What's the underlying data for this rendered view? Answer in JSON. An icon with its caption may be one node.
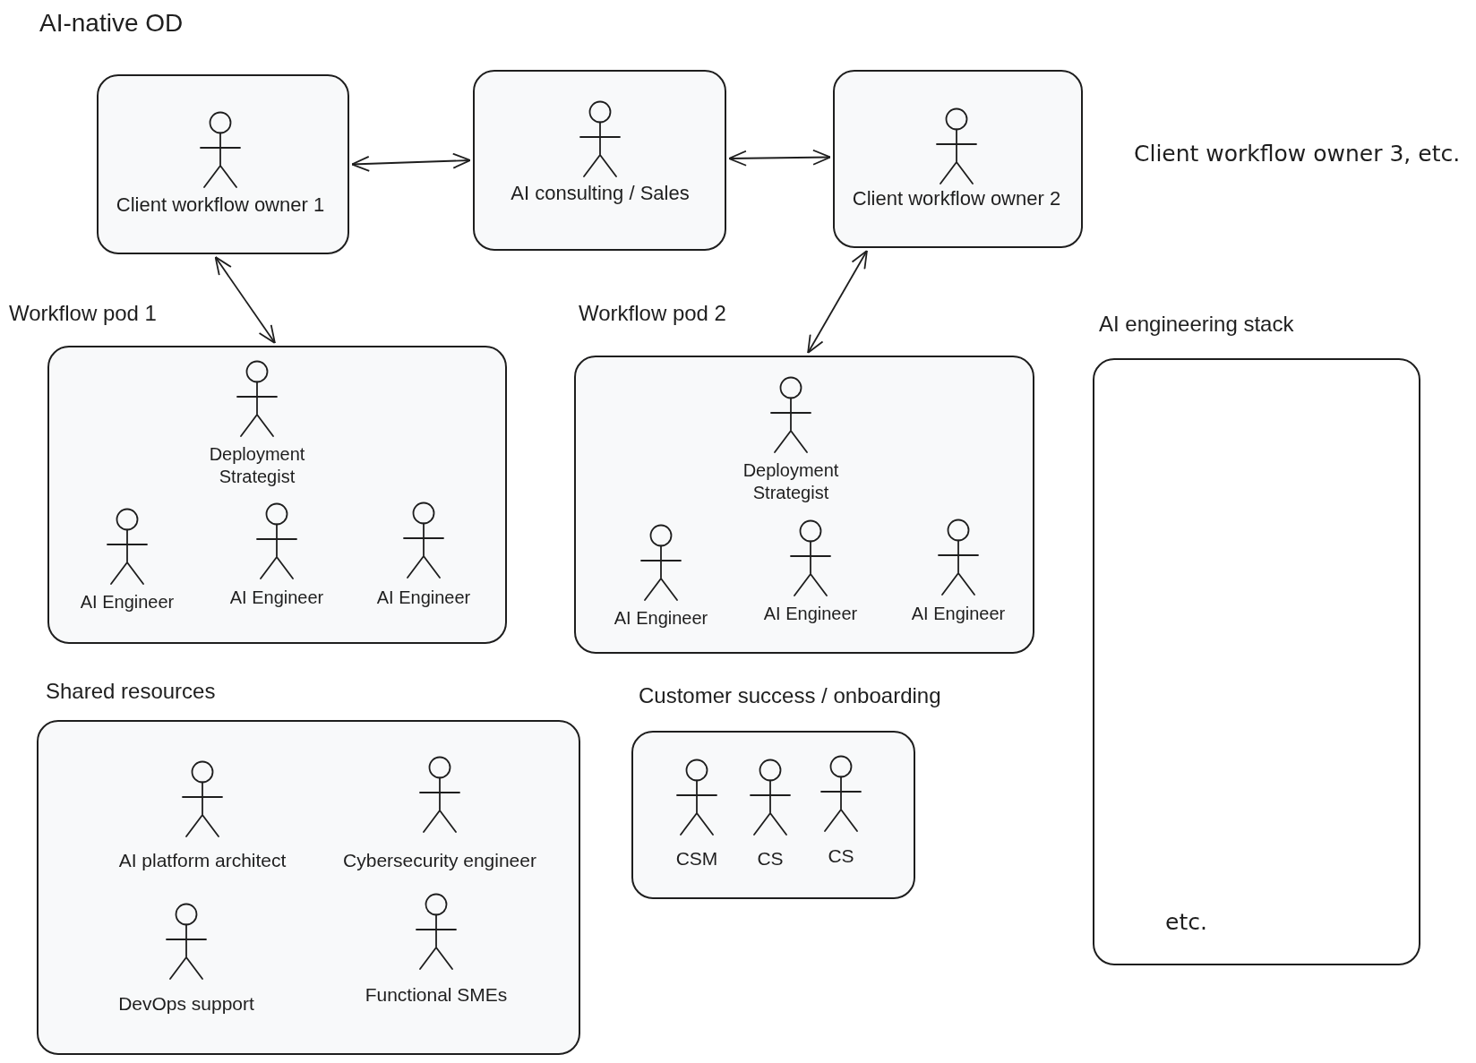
{
  "diagram": {
    "title": "AI-native OD",
    "nodes": [
      {
        "text": [
          "Client workflow owner 1"
        ]
      },
      {
        "text": [
          "AI consulting / Sales"
        ]
      },
      {
        "text": [
          "Client workflow owner 2"
        ]
      },
      {
        "text": [
          "Workflow pod 1",
          "Deployment Strategist",
          "AI Engineer",
          "AI Engineer",
          "AI Engineer"
        ]
      },
      {
        "text": [
          "Workflow pod 2",
          "Deployment Strategist",
          "AI Engineer",
          "AI Engineer",
          "AI Engineer"
        ]
      },
      {
        "text": [
          "AI engineering stack",
          "etc."
        ]
      },
      {
        "text": [
          "Shared resources",
          "AI platform architect",
          "Cybersecurity engineer",
          "DevOps support",
          "Functional SMEs"
        ]
      },
      {
        "text": [
          "Customer success / onboarding",
          "CSM",
          "CS",
          "CS"
        ]
      }
    ],
    "edges": [
      {
        "from": 0,
        "to": 1,
        "arrow": "both"
      },
      {
        "from": 1,
        "to": 2,
        "arrow": "both"
      },
      {
        "from": 0,
        "to": 3,
        "arrow": "both"
      },
      {
        "from": 2,
        "to": 4,
        "arrow": "both"
      }
    ],
    "labels": [
      "Client workflow owner 3, etc."
    ]
  }
}
